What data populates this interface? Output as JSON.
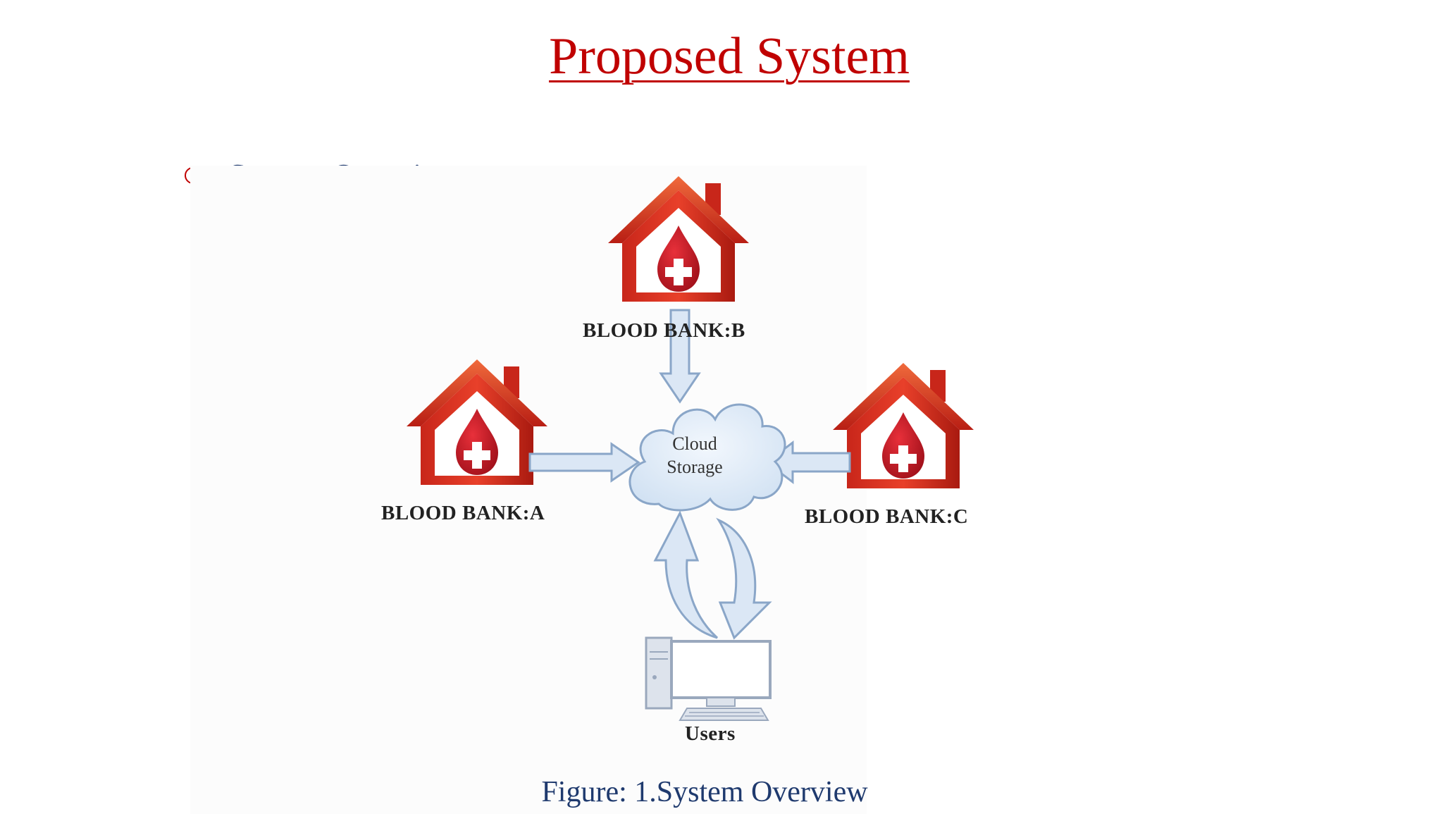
{
  "title": "Proposed System",
  "bullet": "System Overview:",
  "nodes": {
    "bank_b": "BLOOD BANK:B",
    "bank_a": "BLOOD BANK:A",
    "bank_c": "BLOOD BANK:C",
    "cloud": [
      "Cloud",
      "Storage"
    ],
    "users": "Users"
  },
  "caption": "Figure: 1.System Overview",
  "colors": {
    "title": "#c00000",
    "text": "#1f3a6e",
    "house": "#e8402a",
    "arrow_fill": "#dbe7f5",
    "arrow_stroke": "#8aa6c8"
  }
}
